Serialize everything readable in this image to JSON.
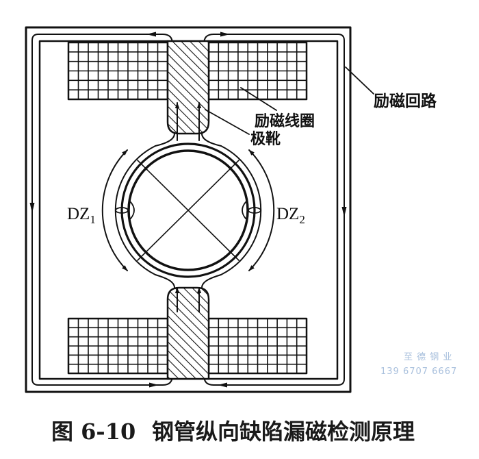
{
  "diagram": {
    "labels": {
      "excitation_circuit": "励磁回路",
      "excitation_coil": "励磁线圈",
      "pole_shoe": "极靴",
      "sensor_1": {
        "main": "DZ",
        "sub": "1"
      },
      "sensor_2": {
        "main": "DZ",
        "sub": "2"
      }
    }
  },
  "watermark": {
    "company": "至 德 钢 业",
    "phone": "139 6707 6667"
  },
  "caption": {
    "figure_number": "图 6-10",
    "title": "钢管纵向缺陷漏磁检测原理"
  },
  "colors": {
    "line": "#111111",
    "watermark": "#a9c0dd",
    "background": "#ffffff"
  }
}
